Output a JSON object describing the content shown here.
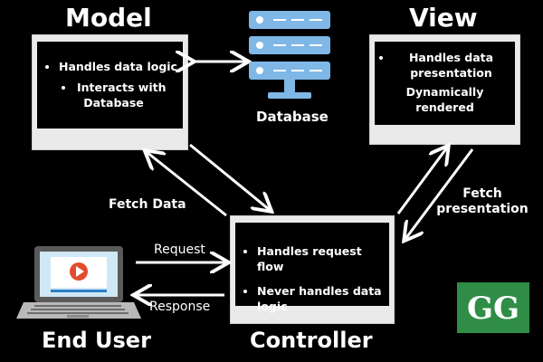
{
  "model": {
    "title": "Model",
    "items": [
      "Handles data logic",
      "Interacts with Database"
    ]
  },
  "view": {
    "title": "View",
    "items": [
      "Handles data presentation"
    ],
    "note": "Dynamically rendered"
  },
  "database": {
    "label": "Database"
  },
  "controller": {
    "title": "Controller",
    "items": [
      "Handles request flow",
      "Never handles data logic"
    ]
  },
  "end_user": {
    "label": "End User"
  },
  "edges": {
    "fetch_data": "Fetch Data",
    "fetch_presentation": "Fetch presentation",
    "request": "Request",
    "response": "Response"
  },
  "logo": {
    "text": "GG",
    "color": "#2f8d46"
  },
  "colors": {
    "background": "#000000",
    "panel": "#eaeaea",
    "db": "#7fb7e6"
  }
}
